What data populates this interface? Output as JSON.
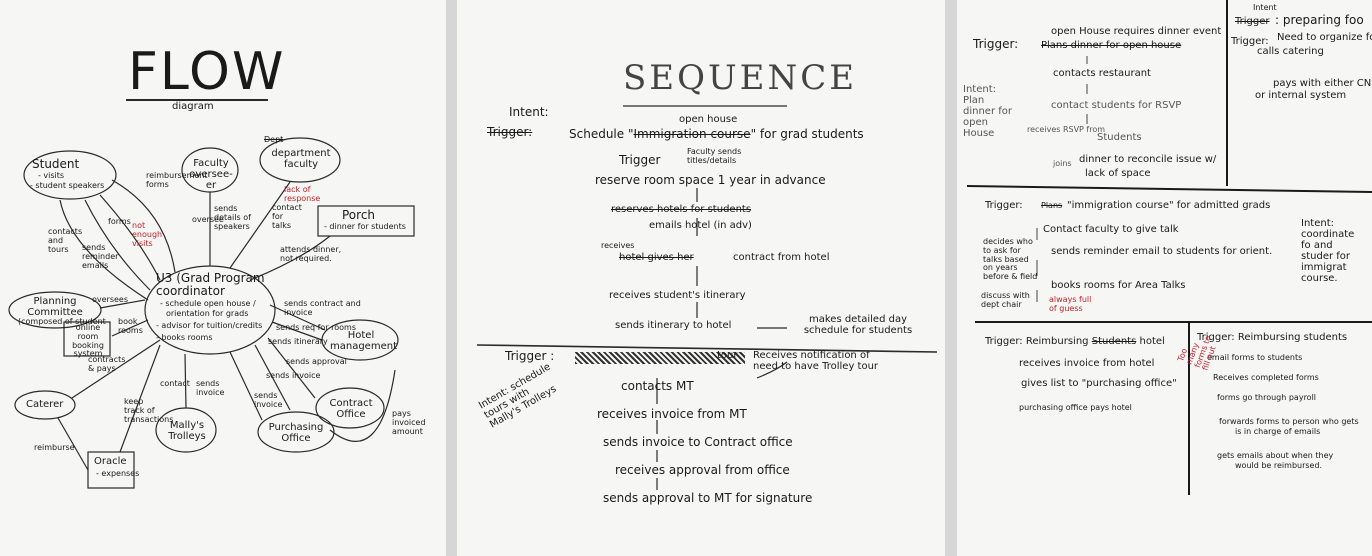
{
  "flow": {
    "title": "FLOW",
    "subtitle": "diagram",
    "nodes": {
      "student": "Student",
      "student_lines": [
        "- visits",
        "- student speakers"
      ],
      "faculty": "Faculty oversee-er",
      "dept_strike": "Dept",
      "dept": "department faculty",
      "porch": "Porch",
      "porch_detail": "- dinner for students",
      "u3": "U3 (Grad Program coordinator",
      "u3_lines": [
        "- schedule open house /",
        "orientation for grads",
        "- advisor for tuition/credits",
        "- books rooms"
      ],
      "planning": "Planning Committee",
      "planning_detail": "(composed of student",
      "online": "online room booking system",
      "hotel": "Hotel management",
      "caterer": "Caterer",
      "mallys": "Mally's Trolleys",
      "purchasing": "Purchasing Office",
      "contract": "Contract Office",
      "oracle": "Oracle",
      "oracle_detail": "- expenses"
    },
    "edges": {
      "reimbursement_forms": "reimbursement forms",
      "oversee": "oversee",
      "sends_details": "sends details of speakers",
      "lack_response": "lack of response",
      "contact_talks": "contact for talks",
      "attends_dinner": "attends dinner, not required.",
      "contacts_tours": "contacts and tours",
      "sends_reminder": "sends reminder emails",
      "forms": "forms",
      "not_enough": "not enough visits",
      "oversees": "oversees",
      "book_rooms": "book rooms",
      "sends_contract": "sends contract and invoice",
      "sends_req": "sends req for rooms",
      "sends_itinerary": "sends itinerary",
      "sends_approval": "sends approval",
      "sends_invoice": "sends invoice",
      "contracts_pays": "contracts & pays",
      "contact": "contact",
      "keep_track": "keep track of transactions",
      "sends_invoice2": "sends invoice",
      "sends_invoice3": "sends invoice",
      "pays_invoiced": "pays invoiced amount",
      "reimburse": "reimburse"
    }
  },
  "sequence": {
    "title": "SEQUENCE",
    "intent_label": "Intent:",
    "trigger_strike": "Trigger:",
    "open_house": "open house",
    "schedule": "Schedule \"",
    "immigration_strike": "Immigration course",
    "schedule_end": "\" for grad students",
    "trigger": "Trigger",
    "faculty_sends": "Faculty sends titles/details",
    "steps": [
      "reserve room space 1 year in advance",
      "reserves hotels for students",
      "emails hotel (in adv)",
      "receives",
      "hotel gives her",
      "contract from hotel",
      "receives student's itinerary",
      "sends itinerary to hotel",
      "makes detailed day schedule for students"
    ],
    "trigger2": "Trigger :",
    "tour": "tour",
    "receives_notification": "Receives notification of need to have Trolley tour",
    "intent2": "Intent: schedule tours with Mally's Trolleys",
    "steps2": [
      "contacts MT",
      "receives invoice from MT",
      "sends invoice to Contract office",
      "receives approval from office",
      "sends approval to MT for signature"
    ]
  },
  "panel3": {
    "s1": {
      "trigger": "Trigger:",
      "strike": "Plans dinner for open house",
      "lines": [
        "open House requires dinner event",
        "contacts restaurant",
        "contact students for RSVP",
        "receives RSVP from",
        "Students",
        "joins",
        "dinner to reconcile issue w/",
        "lack of space"
      ],
      "intent": "Intent: Plan dinner for open House"
    },
    "s2": {
      "intent": "Intent",
      "trigger_strike": "Trigger",
      "title": ": preparing foo",
      "trigger": "Trigger:",
      "lines": [
        "Need to organize fo",
        "calls catering",
        "pays with either CNU ca",
        "or internal system"
      ]
    },
    "s3": {
      "trigger": "Trigger:",
      "strike": "Plans",
      "title": "\"immigration course\" for admitted grads",
      "lines": [
        "Contact faculty to give talk",
        "sends reminder email to students for orient.",
        "books rooms for Area Talks"
      ],
      "left_note": "decides who to ask for talks based on years before & field",
      "discuss": "discuss with dept chair",
      "red_note": "always full of guess",
      "intent": "Intent: coordinate fo and studer for immigrat course."
    },
    "s4": {
      "trigger": "Trigger:",
      "reimb": "Reimbursing",
      "strike": "Students",
      "hotel": "hotel",
      "lines": [
        "receives invoice from hotel",
        "gives list to \"purchasing office\"",
        "purchasing office pays hotel"
      ]
    },
    "s5": {
      "trigger": "Trigger: Reimbursing students",
      "lines": [
        "email forms to students",
        "Receives completed forms",
        "forms go through payroll",
        "forwards forms to person who gets",
        "is in charge of emails",
        "gets emails about when they",
        "would be reimbursed."
      ],
      "red_note": "Too many forms to fill out"
    }
  }
}
